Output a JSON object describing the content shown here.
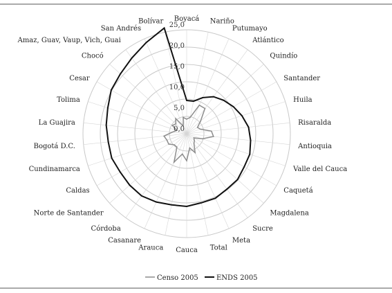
{
  "chart_data": {
    "type": "radar",
    "categories": [
      "Boyacá",
      "Nariño",
      "Putumayo",
      "Atlántico",
      "Quindío",
      "Santander",
      "Huila",
      "Risaralda",
      "Antioquia",
      "Valle del Cauca",
      "Caquetá",
      "Magdalena",
      "Sucre",
      "Meta",
      "Total",
      "Cauca",
      "Arauca",
      "Casanare",
      "Córdoba",
      "Norte de Santander",
      "Caldas",
      "Cundinamarca",
      "Bogotá D.C.",
      "La Guajira",
      "Tolima",
      "Cesar",
      "Chocó",
      "Amaz, Guav, Vaup, Vich, Guai",
      "San Andrés",
      "Bolívar"
    ],
    "tick_labels": [
      "0,0",
      "5,0",
      "10,0",
      "15,0",
      "20,0",
      "25,0"
    ],
    "rlim": [
      0,
      25
    ],
    "series": [
      {
        "name": "Censo 2005",
        "color": "#8c8c8c",
        "values": [
          3.5,
          4.0,
          7.5,
          7.5,
          4.5,
          3.0,
          3.5,
          6.0,
          6.5,
          4.0,
          2.0,
          2.5,
          3.0,
          5.0,
          3.5,
          6.5,
          5.0,
          7.5,
          4.0,
          4.0,
          5.0,
          5.0,
          5.5,
          3.5,
          2.5,
          4.0,
          3.5,
          4.5,
          2.0,
          4.0
        ]
      },
      {
        "name": "ENDS 2005",
        "color": "#111111",
        "values": [
          8.0,
          8.0,
          9.5,
          11.0,
          12.0,
          13.0,
          14.0,
          15.0,
          15.5,
          16.0,
          16.0,
          16.5,
          16.5,
          17.0,
          17.0,
          17.5,
          17.5,
          18.0,
          18.5,
          18.5,
          18.5,
          19.0,
          19.0,
          19.5,
          20.0,
          21.0,
          21.5,
          22.5,
          24.0,
          26.0
        ]
      }
    ],
    "grid": true,
    "legend_position": "bottom"
  }
}
